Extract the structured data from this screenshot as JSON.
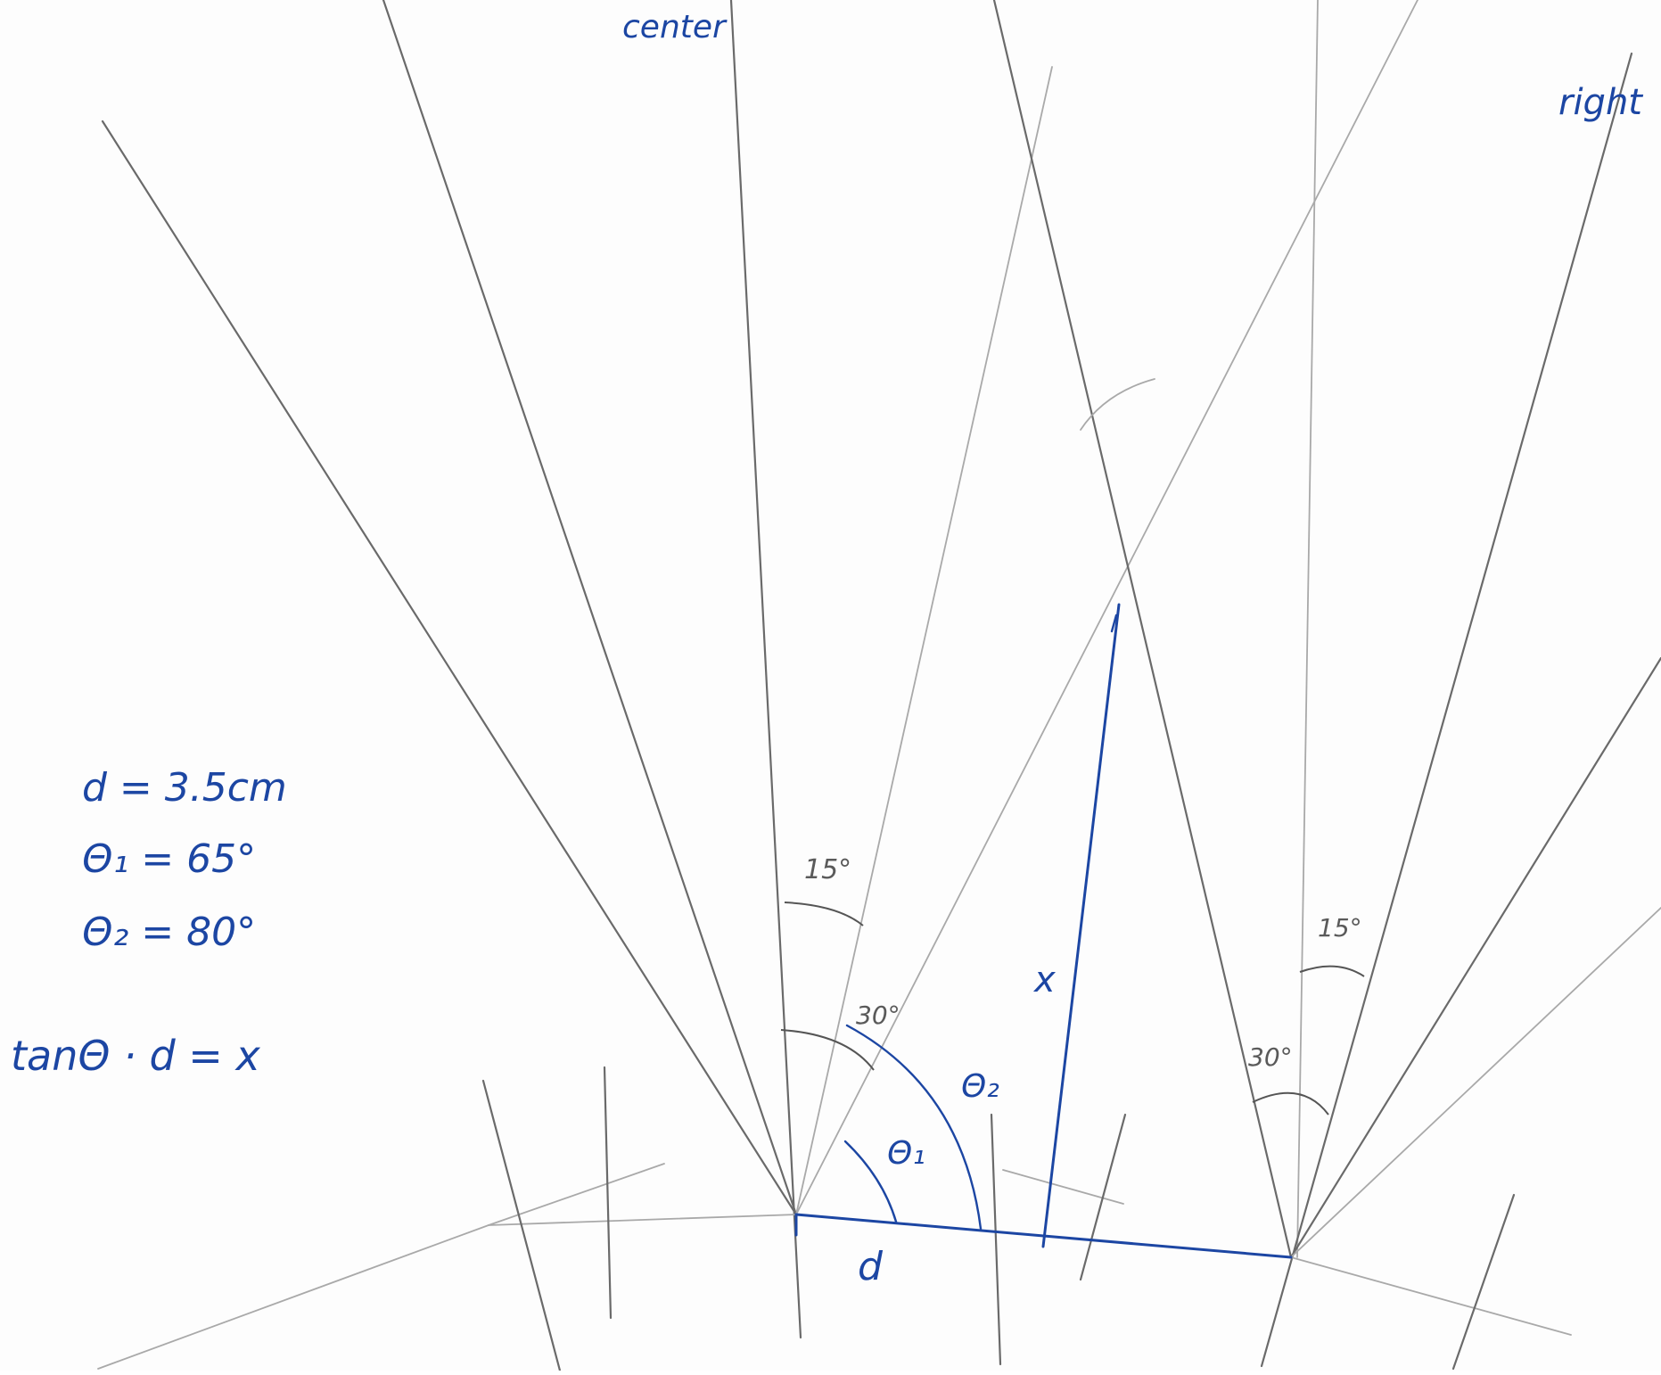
{
  "labels": {
    "center": "center",
    "right": "right",
    "d_value": "d = 3.5cm",
    "theta1_value": "Θ₁ = 65°",
    "theta2_value": "Θ₂ = 80°",
    "formula": "tanΘ · d = x",
    "angle_15_left": "15°",
    "angle_30_left": "30°",
    "angle_15_right": "15°",
    "angle_30_right": "30°",
    "theta1": "Θ₁",
    "theta2": "Θ₂",
    "x": "x",
    "d": "d"
  },
  "colors": {
    "pen": "#1c46a3",
    "pencil": "#6a6a6a"
  }
}
